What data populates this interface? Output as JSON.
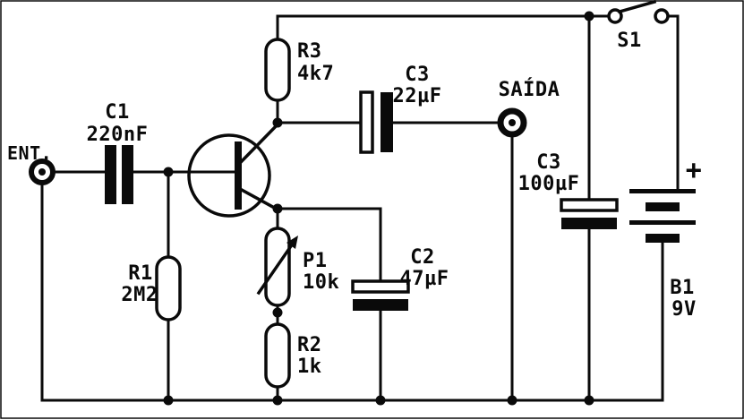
{
  "schematic": {
    "kind": "transistor-preamplifier-circuit",
    "ink_color": "#0a0a0a",
    "paper_color": "#ffffff",
    "input": {
      "label": "ENT."
    },
    "output": {
      "label": "SAÍDA"
    },
    "components": {
      "c1": {
        "ref": "C1",
        "value": "220nF",
        "type": "capacitor"
      },
      "r1": {
        "ref": "R1",
        "value": "2M2",
        "type": "resistor"
      },
      "q1": {
        "type": "transistor"
      },
      "r3": {
        "ref": "R3",
        "value": "4k7",
        "type": "resistor"
      },
      "c3_out": {
        "ref": "C3",
        "value": "22µF",
        "type": "capacitor"
      },
      "p1": {
        "ref": "P1",
        "value": "10k",
        "type": "potentiometer"
      },
      "c2": {
        "ref": "C2",
        "value": "47µF",
        "type": "capacitor"
      },
      "r2": {
        "ref": "R2",
        "value": "1k",
        "type": "resistor"
      },
      "c3_supply": {
        "ref": "C3",
        "value": "100µF",
        "type": "capacitor"
      },
      "s1": {
        "ref": "S1",
        "type": "switch"
      },
      "b1": {
        "ref": "B1",
        "value": "9V",
        "polarity": "+",
        "type": "battery"
      }
    }
  }
}
